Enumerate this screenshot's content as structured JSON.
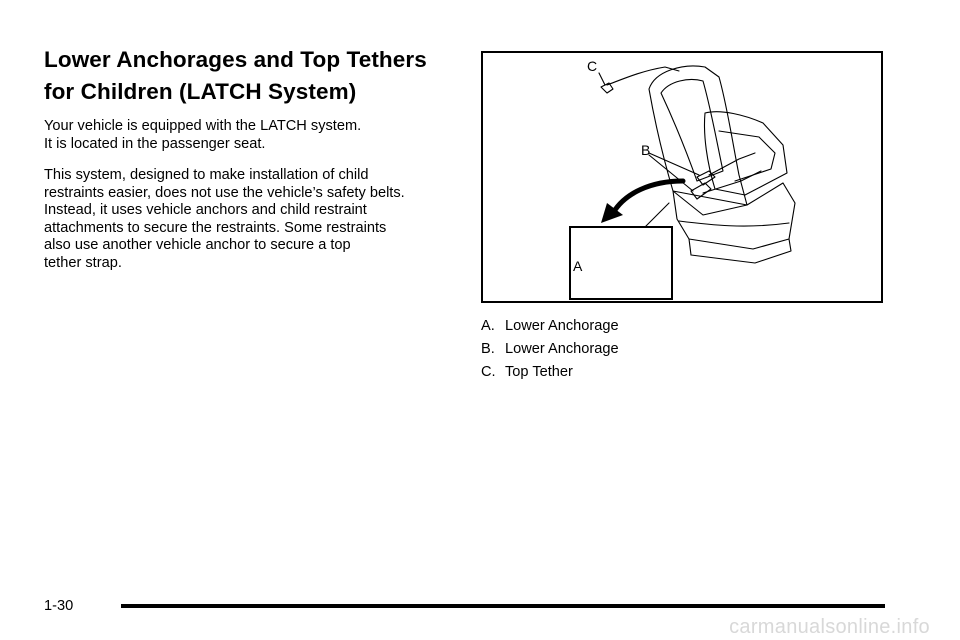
{
  "section": {
    "title_lines": [
      "Lower Anchorages and Top Tethers",
      "for Children (LATCH System)"
    ],
    "paragraphs": [
      {
        "lines": [
          "Your vehicle is equipped with the LATCH system.",
          "It is located in the passenger seat."
        ]
      },
      {
        "lines": [
          "This system, designed to make installation of child",
          "restraints easier, does not use the vehicle’s safety belts.",
          "Instead, it uses vehicle anchors and child restraint",
          "attachments to secure the restraints. Some restraints",
          "also use another vehicle anchor to secure a top",
          "tether strap."
        ]
      }
    ]
  },
  "figure": {
    "callouts": {
      "a": "A",
      "b": "B",
      "c": "C"
    },
    "legend": [
      {
        "key": "A.",
        "label": "Lower Anchorage"
      },
      {
        "key": "B.",
        "label": "Lower Anchorage"
      },
      {
        "key": "C.",
        "label": "Top Tether"
      }
    ]
  },
  "footer": {
    "page_number": "1-30",
    "watermark": "carmanualsonline.info"
  },
  "colors": {
    "text": "#000000",
    "background": "#ffffff",
    "watermark": "#d8d8d8"
  }
}
